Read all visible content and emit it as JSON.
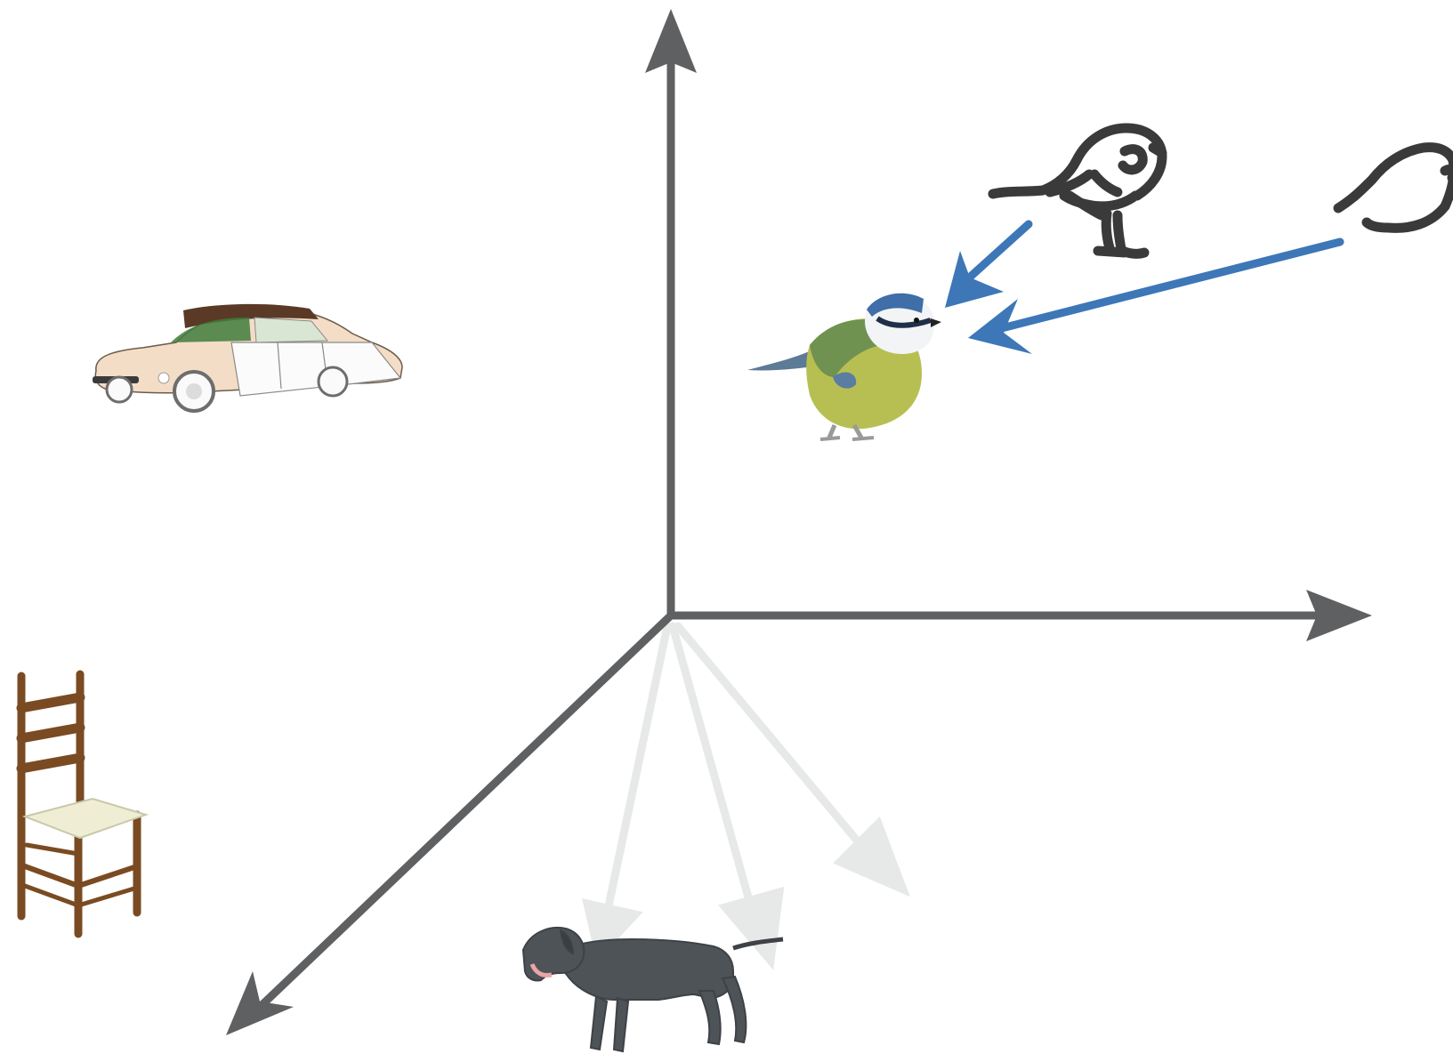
{
  "colors": {
    "axis": "#5f6062",
    "mapping_arrow": "#3d77b7",
    "faint_arrow": "#e7e8e8",
    "sketch_stroke": "#3a3a3a",
    "background": "#ffffff"
  },
  "axes": [
    "up-axis",
    "right-axis",
    "down-left-axis"
  ],
  "objects": [
    {
      "name": "car-image",
      "icon": "vintage-car-icon"
    },
    {
      "name": "chair-image",
      "icon": "wooden-chair-icon"
    },
    {
      "name": "bird-photo",
      "icon": "blue-tit-icon"
    },
    {
      "name": "dog-image",
      "icon": "dog-icon"
    },
    {
      "name": "bird-sketch-detailed",
      "icon": "bird-sketch-icon"
    },
    {
      "name": "bird-sketch-partial",
      "icon": "bird-sketch-partial-icon"
    }
  ],
  "mappings": [
    {
      "from": "bird-sketch-detailed",
      "to": "bird-photo"
    },
    {
      "from": "bird-sketch-partial",
      "to": "bird-photo"
    }
  ]
}
